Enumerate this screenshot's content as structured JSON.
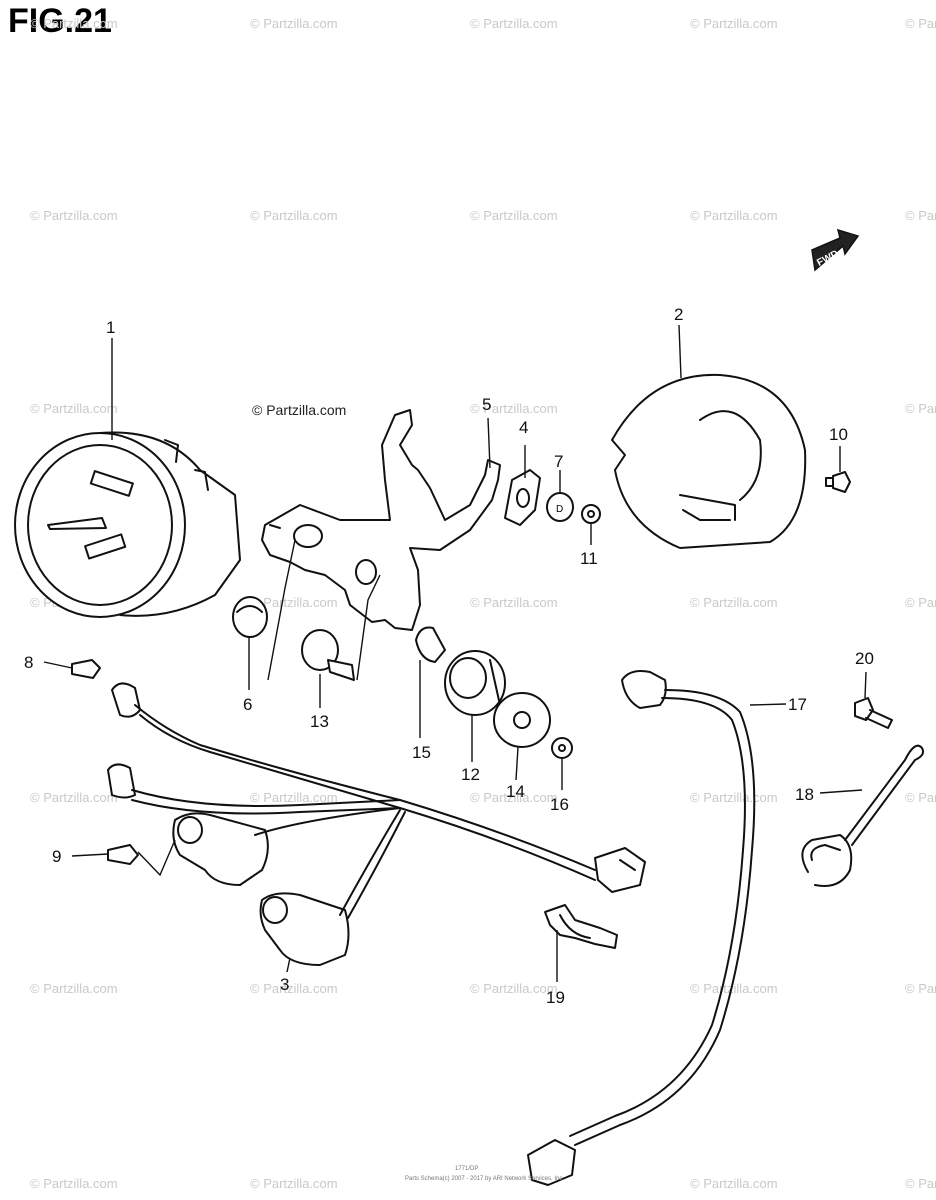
{
  "figure": {
    "title": "FIG.21"
  },
  "watermark": {
    "text": "© Partzilla.com",
    "main_text": "© Partzilla.com"
  },
  "fwd_arrow": {
    "label": "FWD"
  },
  "footer": {
    "code": "1771/DP",
    "copyright": "Parts Schema(c) 2007 - 2017 by ARI Network Services, Inc."
  },
  "callouts": [
    {
      "id": "1",
      "label": "1"
    },
    {
      "id": "2",
      "label": "2"
    },
    {
      "id": "3",
      "label": "3"
    },
    {
      "id": "4",
      "label": "4"
    },
    {
      "id": "5",
      "label": "5"
    },
    {
      "id": "6",
      "label": "6"
    },
    {
      "id": "7",
      "label": "7"
    },
    {
      "id": "8",
      "label": "8"
    },
    {
      "id": "9",
      "label": "9"
    },
    {
      "id": "10",
      "label": "10"
    },
    {
      "id": "11",
      "label": "11"
    },
    {
      "id": "12",
      "label": "12"
    },
    {
      "id": "13",
      "label": "13"
    },
    {
      "id": "14",
      "label": "14"
    },
    {
      "id": "15",
      "label": "15"
    },
    {
      "id": "16",
      "label": "16"
    },
    {
      "id": "17",
      "label": "17"
    },
    {
      "id": "18",
      "label": "18"
    },
    {
      "id": "19",
      "label": "19"
    },
    {
      "id": "20",
      "label": "20"
    }
  ]
}
